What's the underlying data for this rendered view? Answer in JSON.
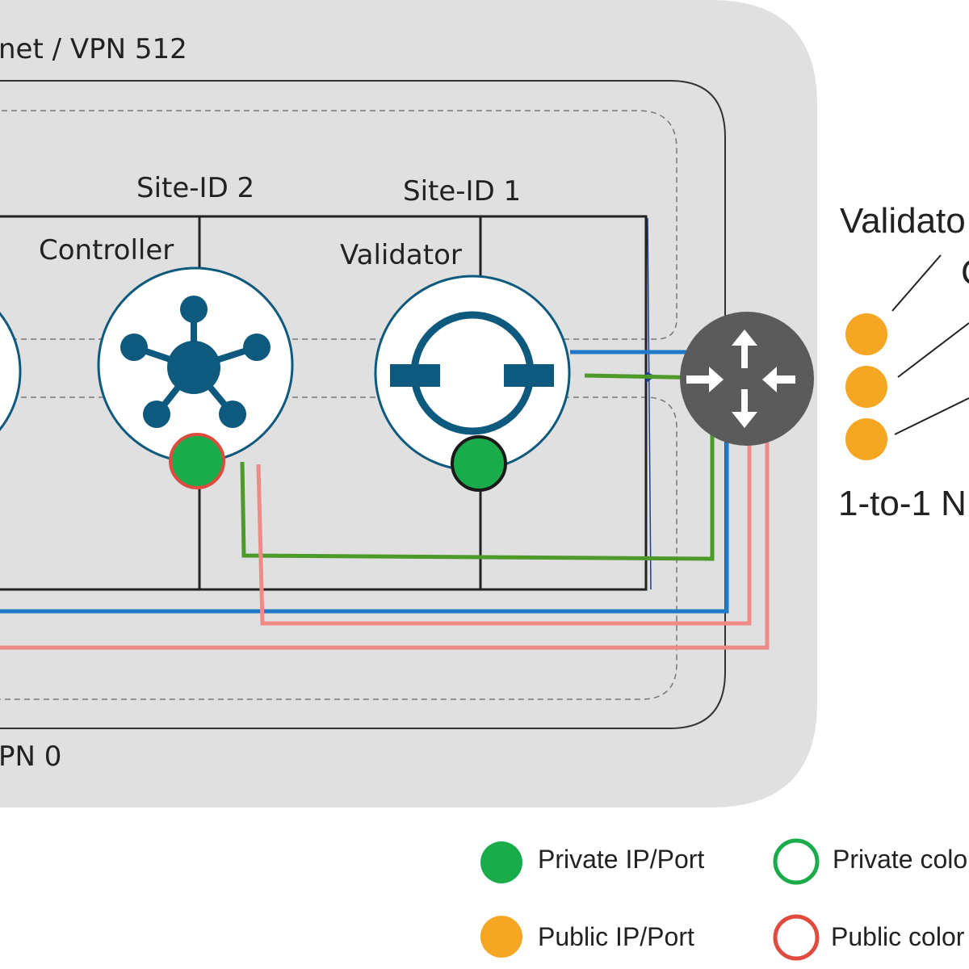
{
  "labels": {
    "vpn512": "net / VPN 512",
    "vpn0": "PN 0",
    "site_id_2": "Site-ID 2",
    "site_id_1": "Site-ID 1",
    "controller": "Controller",
    "validator": "Validator",
    "validator_right": "Validato",
    "right_c": "C",
    "nat": "1-to-1 N"
  },
  "legend": {
    "private_ip_port": "Private IP/Port",
    "public_ip_port": "Public IP/Port",
    "private_color": "Private colo",
    "public_color": "Public color"
  },
  "colors": {
    "panel_bg": "#e0e0e0",
    "node_blue": "#0e5a7e",
    "private_green": "#1aab4a",
    "public_orange": "#f5a623",
    "public_red": "#e04a3f",
    "line_blue": "#1f78c8",
    "line_green": "#4c9a2a",
    "line_pink": "#ef8b86",
    "router_gray": "#5b5b5b"
  },
  "icons": {
    "controller": "hub-icon",
    "validator": "validator-icon",
    "router": "router-icon"
  }
}
